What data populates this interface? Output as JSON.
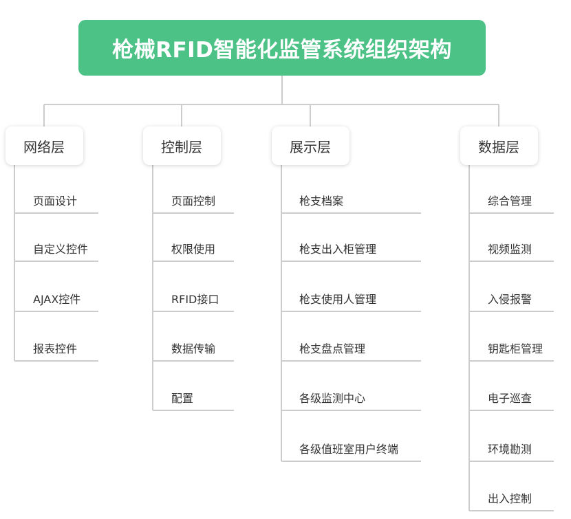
{
  "title": "枪械RFID智能化监管系统组织架构",
  "colors": {
    "root_bg": "#4cc287",
    "root_text": "#ffffff",
    "line": "#cccccc",
    "text": "#333333"
  },
  "layers": [
    {
      "name": "网络层",
      "items": [
        "页面设计",
        "自定义控件",
        "AJAX控件",
        "报表控件"
      ]
    },
    {
      "name": "控制层",
      "items": [
        "页面控制",
        "权限使用",
        "RFID接口",
        "数据传输",
        "配置"
      ]
    },
    {
      "name": "展示层",
      "items": [
        "枪支档案",
        "枪支出入柜管理",
        "枪支使用人管理",
        "枪支盘点管理",
        "各级监测中心",
        "各级值班室用户终端"
      ]
    },
    {
      "name": "数据层",
      "items": [
        "综合管理",
        "视频监测",
        "入侵报警",
        "钥匙柜管理",
        "电子巡查",
        "环境勘测",
        "出入控制"
      ]
    }
  ]
}
